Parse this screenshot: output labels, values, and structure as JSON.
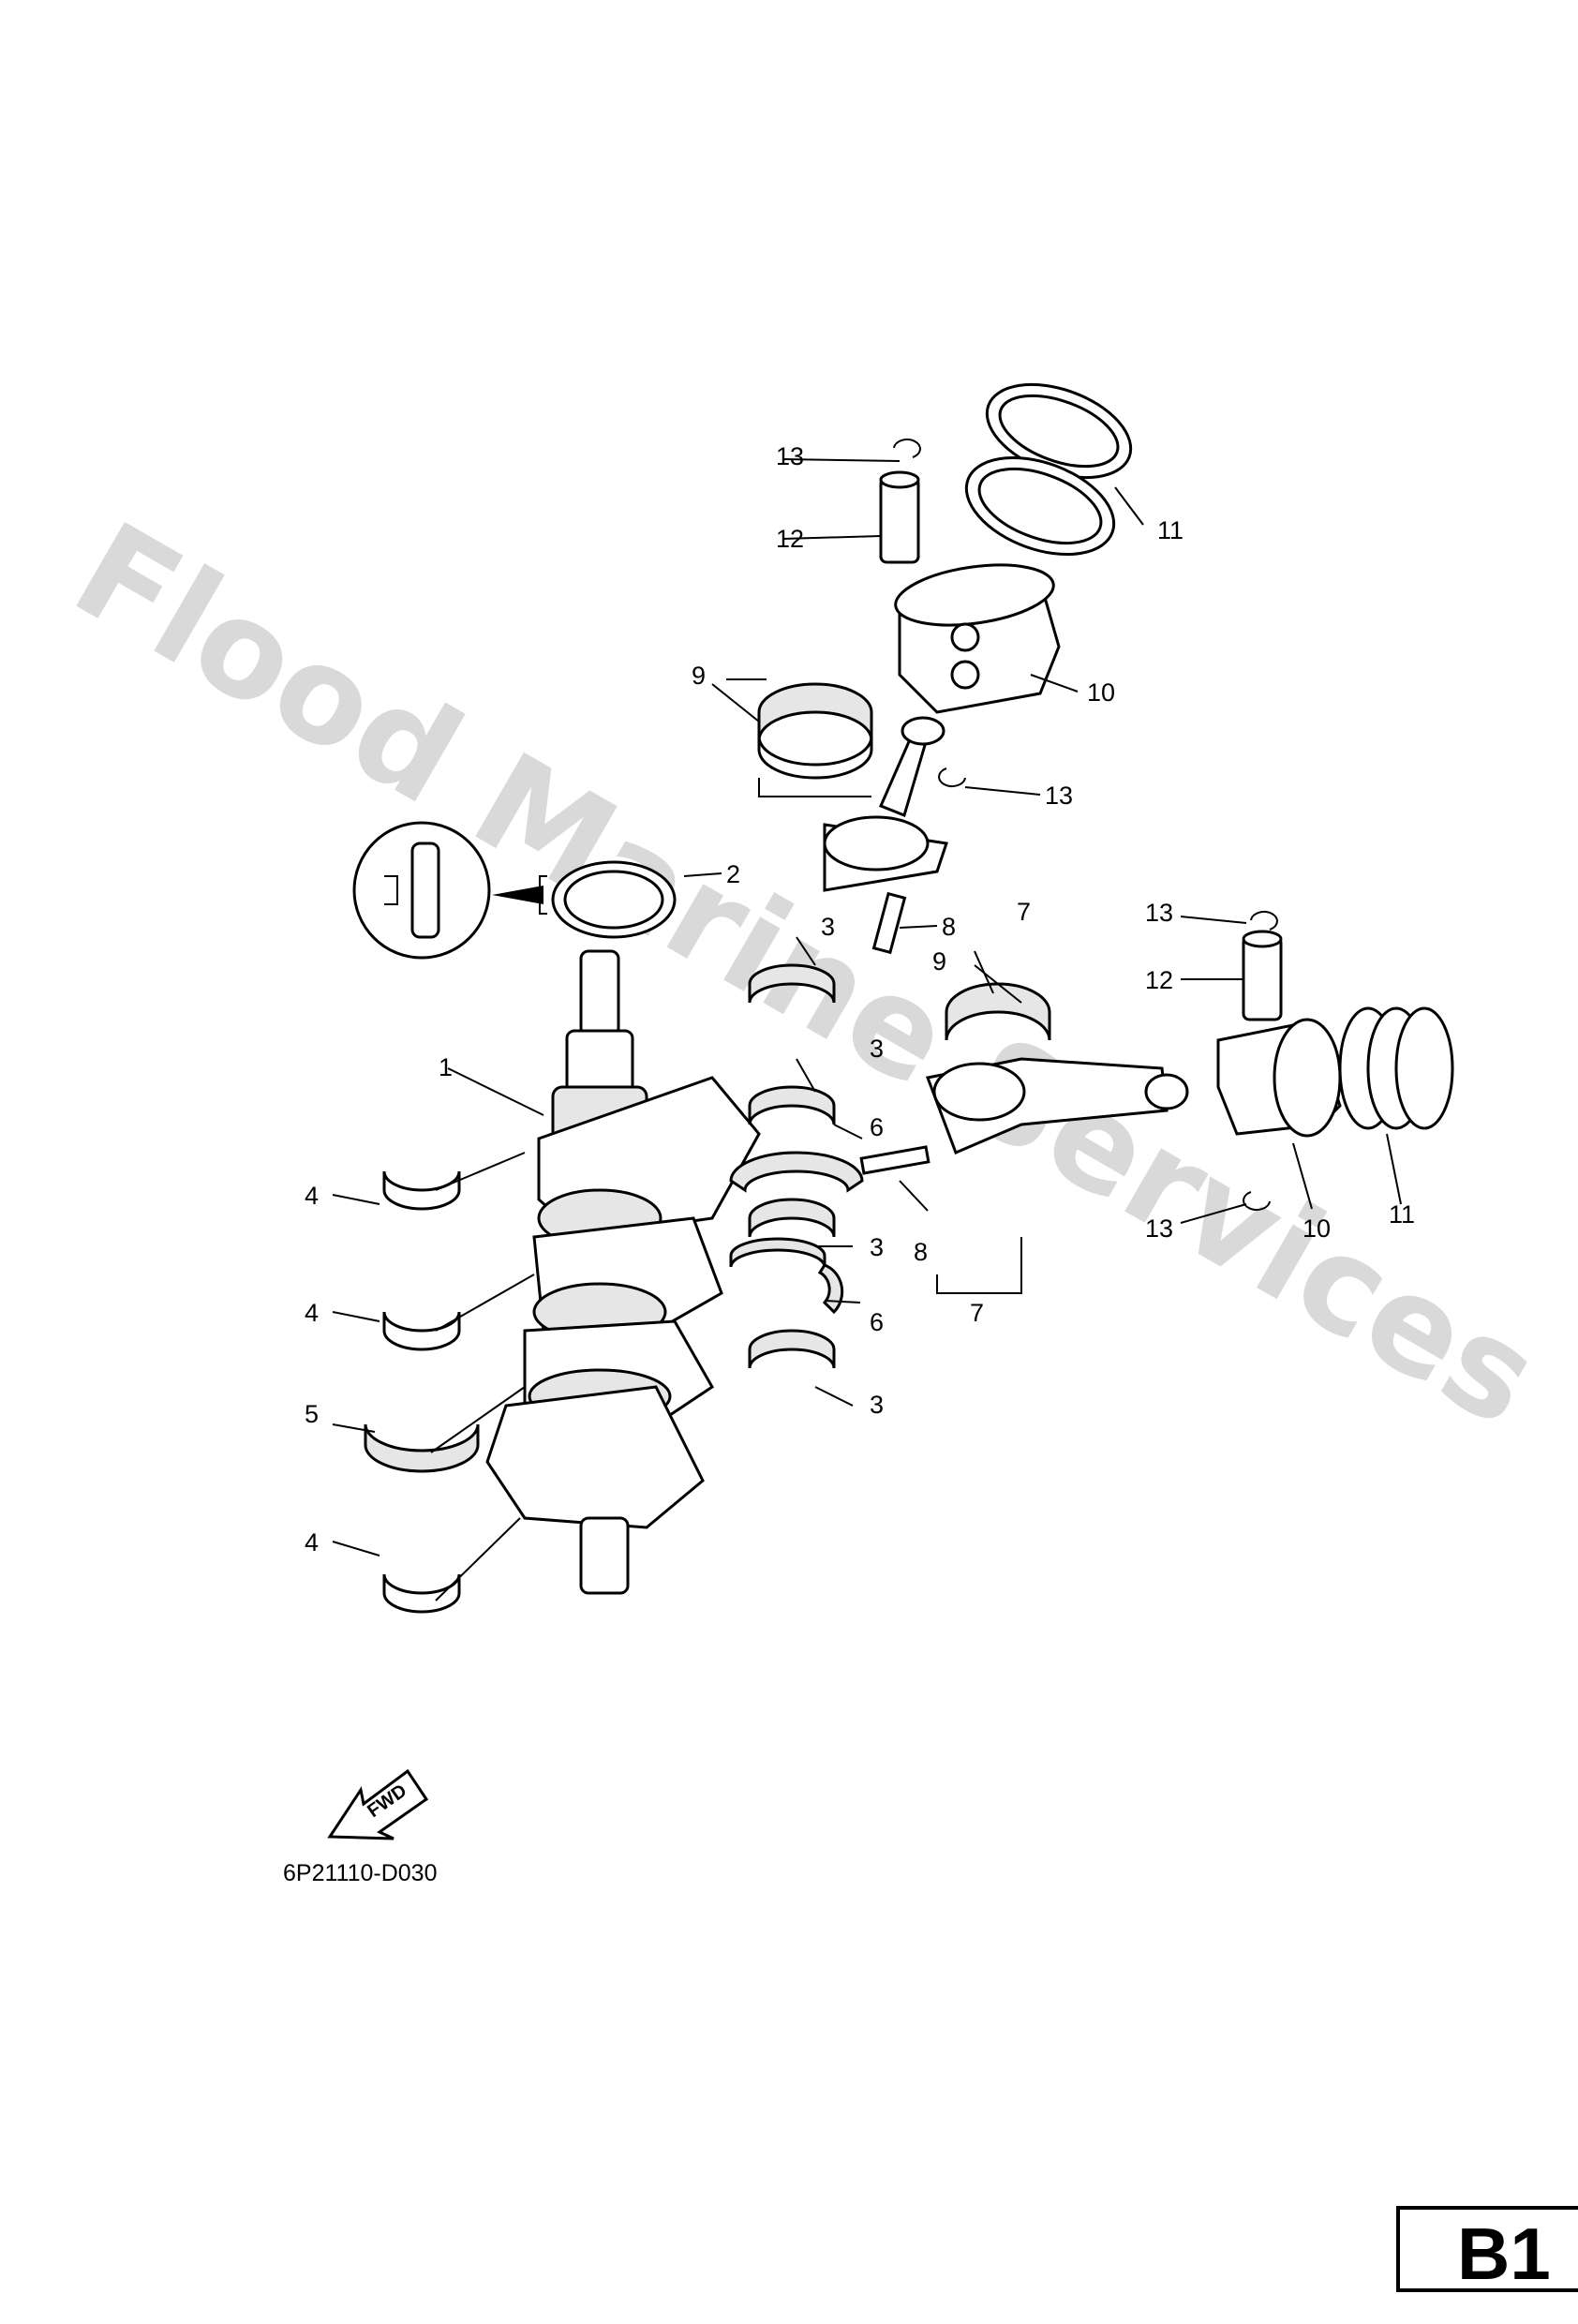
{
  "diagram": {
    "drawing_code": "6P21110-D030",
    "page_badge": "B1",
    "watermark": "Flood Marine Services",
    "fwd_label": "FWD",
    "callouts": {
      "c1": "1",
      "c2": "2",
      "c3a": "3",
      "c3b": "3",
      "c3c": "3",
      "c3d": "3",
      "c4a": "4",
      "c4b": "4",
      "c4c": "4",
      "c5": "5",
      "c6a": "6",
      "c6b": "6",
      "c7a": "7",
      "c7b": "7",
      "c8a": "8",
      "c8b": "8",
      "c9a": "9",
      "c9b": "9",
      "c10a": "10",
      "c10b": "10",
      "c11a": "11",
      "c11b": "11",
      "c12a": "12",
      "c12b": "12",
      "c13a": "13",
      "c13b": "13",
      "c13c": "13",
      "c13d": "13"
    }
  }
}
